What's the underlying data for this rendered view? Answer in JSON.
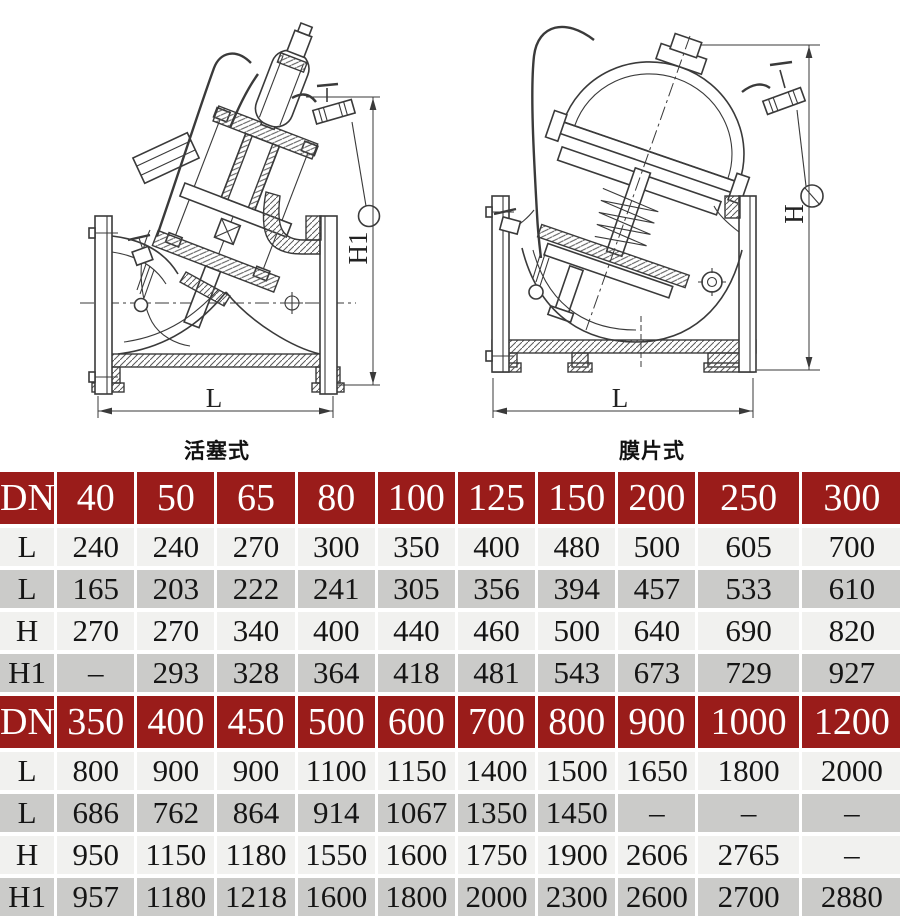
{
  "diagrams": {
    "piston": {
      "caption": "活塞式",
      "dim_length": "L",
      "dim_height": "H1"
    },
    "diaphragm": {
      "caption": "膜片式",
      "dim_length": "L",
      "dim_height": "H"
    }
  },
  "table": {
    "colors": {
      "header_bg": "#9a1c1a",
      "row_light": "#f1f1ef",
      "row_dark": "#cbcbc9",
      "header_text": "#ffffff",
      "cell_text": "#151515"
    },
    "sections": [
      {
        "header": {
          "label": "DN",
          "values": [
            "40",
            "50",
            "65",
            "80",
            "100",
            "125",
            "150",
            "200",
            "250",
            "300"
          ]
        },
        "rows": [
          {
            "label": "L",
            "values": [
              "240",
              "240",
              "270",
              "300",
              "350",
              "400",
              "480",
              "500",
              "605",
              "700"
            ]
          },
          {
            "label": "L",
            "values": [
              "165",
              "203",
              "222",
              "241",
              "305",
              "356",
              "394",
              "457",
              "533",
              "610"
            ]
          },
          {
            "label": "H",
            "values": [
              "270",
              "270",
              "340",
              "400",
              "440",
              "460",
              "500",
              "640",
              "690",
              "820"
            ]
          },
          {
            "label": "H1",
            "values": [
              "–",
              "293",
              "328",
              "364",
              "418",
              "481",
              "543",
              "673",
              "729",
              "927"
            ]
          }
        ]
      },
      {
        "header": {
          "label": "DN",
          "values": [
            "350",
            "400",
            "450",
            "500",
            "600",
            "700",
            "800",
            "900",
            "1000",
            "1200"
          ]
        },
        "rows": [
          {
            "label": "L",
            "values": [
              "800",
              "900",
              "900",
              "1100",
              "1150",
              "1400",
              "1500",
              "1650",
              "1800",
              "2000"
            ]
          },
          {
            "label": "L",
            "values": [
              "686",
              "762",
              "864",
              "914",
              "1067",
              "1350",
              "1450",
              "–",
              "–",
              "–"
            ]
          },
          {
            "label": "H",
            "values": [
              "950",
              "1150",
              "1180",
              "1550",
              "1600",
              "1750",
              "1900",
              "2606",
              "2765",
              "–"
            ]
          },
          {
            "label": "H1",
            "values": [
              "957",
              "1180",
              "1218",
              "1600",
              "1800",
              "2000",
              "2300",
              "2600",
              "2700",
              "2880"
            ]
          }
        ]
      }
    ]
  }
}
